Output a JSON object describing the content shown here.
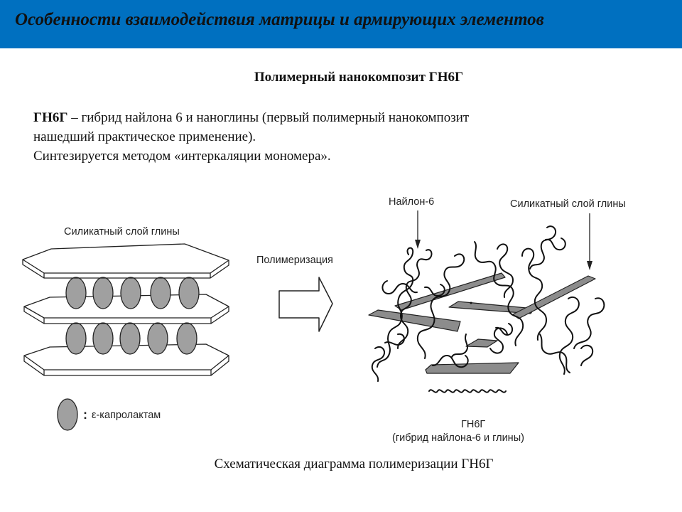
{
  "header": {
    "title": "Особенности взаимодействия  матрицы и армирующих элементов",
    "color": "#0070c0"
  },
  "subtitle": "Полимерный нанокомпозит ГН6Г",
  "paragraph": {
    "term": "ГН6Г",
    "line1_rest": " – гибрид найлона 6 и наноглины (первый полимерный нанокомпозит",
    "line2": "нашедший практическое применение).",
    "line3": "Синтезируется методом «интеркаляции мономера»."
  },
  "diagram": {
    "left_label": "Силикатный слой глины",
    "arrow_label": "Полимеризация",
    "nylon_label": "Найлон-6",
    "silicate_label_right": "Силикатный слой глины",
    "legend_label": "ε-капролактам",
    "legend_colon": ":",
    "product_name": "ГН6Г",
    "product_desc": "(гибрид найлона-6 и глины)",
    "ellipse_color": "#a0a0a0",
    "icons": [
      "clay-layer-stack",
      "polymerization-arrow",
      "nanocomposite"
    ]
  },
  "caption": "Схематическая диаграмма полимеризации ГН6Г"
}
